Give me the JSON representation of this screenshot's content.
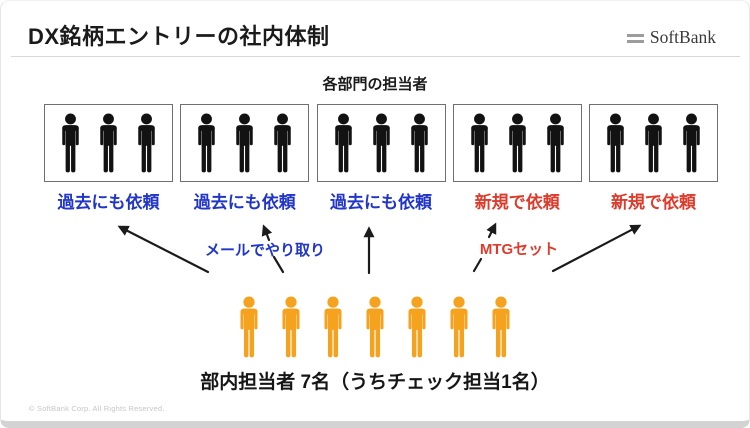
{
  "slide": {
    "title": "DX銘柄エントリーの社内体制",
    "copyright": "© SoftBank Corp. All Rights Reserved."
  },
  "logo": {
    "brand": "SoftBank",
    "bar_color": "#9c9c9c",
    "text_color": "#3b3b3b"
  },
  "colors": {
    "blue": "#2136c9",
    "red": "#dd3b2b",
    "orange": "#f5a31f",
    "black": "#121212"
  },
  "diagram": {
    "group_label": "各部門の担当者",
    "departments": [
      {
        "label": "過去にも依頼",
        "color": "#2136c9",
        "members": 3
      },
      {
        "label": "過去にも依頼",
        "color": "#2136c9",
        "members": 3
      },
      {
        "label": "過去にも依頼",
        "color": "#2136c9",
        "members": 3
      },
      {
        "label": "新規で依頼",
        "color": "#dd3b2b",
        "members": 3
      },
      {
        "label": "新規で依頼",
        "color": "#dd3b2b",
        "members": 3
      }
    ],
    "annotations": [
      {
        "text": "メールでやり取り",
        "color": "#2136c9"
      },
      {
        "text": "MTGセット",
        "color": "#dd3b2b"
      }
    ],
    "team": {
      "caption": "部内担当者 7名（うちチェック担当1名）",
      "members": 7
    }
  }
}
